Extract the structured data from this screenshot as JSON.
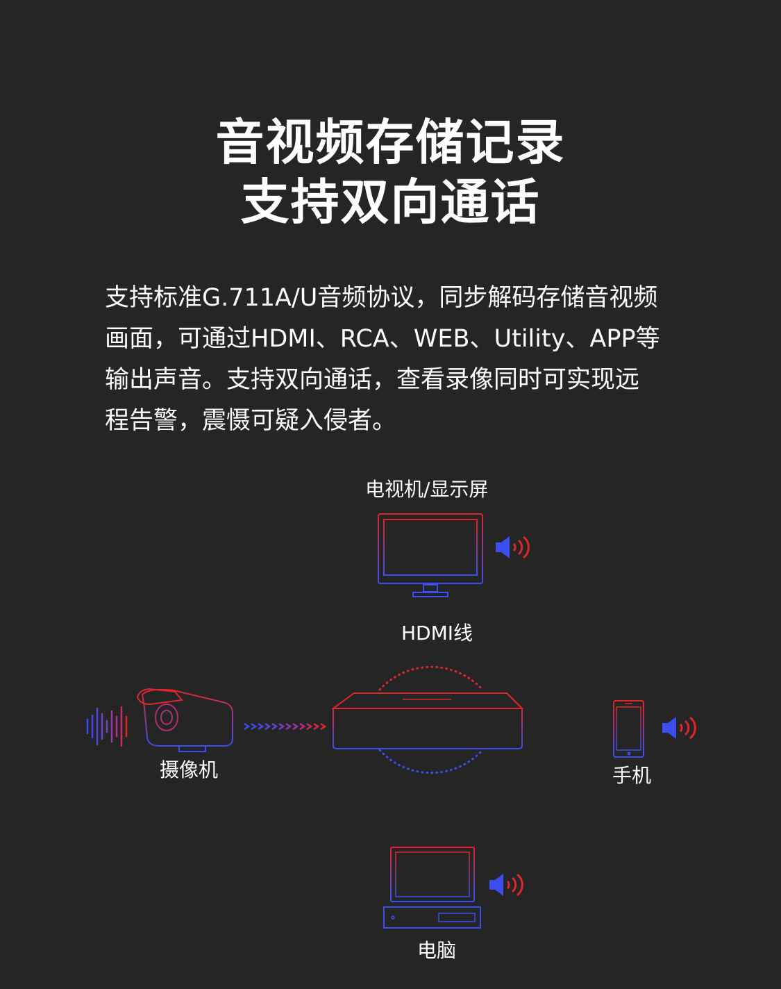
{
  "headline": {
    "line1": "音视频存储记录",
    "line2": "支持双向通话"
  },
  "description": {
    "lines": [
      "支持标准G.711A/U音频协议，同步解码存储音视频",
      "画面，可通过HDMI、RCA、WEB、Utility、APP等",
      "输出声音。支持双向通话，查看录像同时可实现远",
      "程告警，震慑可疑入侵者。"
    ]
  },
  "diagram": {
    "labels": {
      "tv": "电视机/显示屏",
      "cable": "HDMI线",
      "camera": "摄像机",
      "phone": "手机",
      "computer": "电脑"
    },
    "colors": {
      "background": "#252526",
      "red": "#e0262b",
      "blue": "#3b4ef0",
      "purple": "#7b3fd0"
    },
    "icons": [
      "tv-icon",
      "speaker-icon",
      "camera-icon",
      "sound-wave-icon",
      "nvr-icon",
      "phone-icon",
      "computer-icon"
    ]
  }
}
